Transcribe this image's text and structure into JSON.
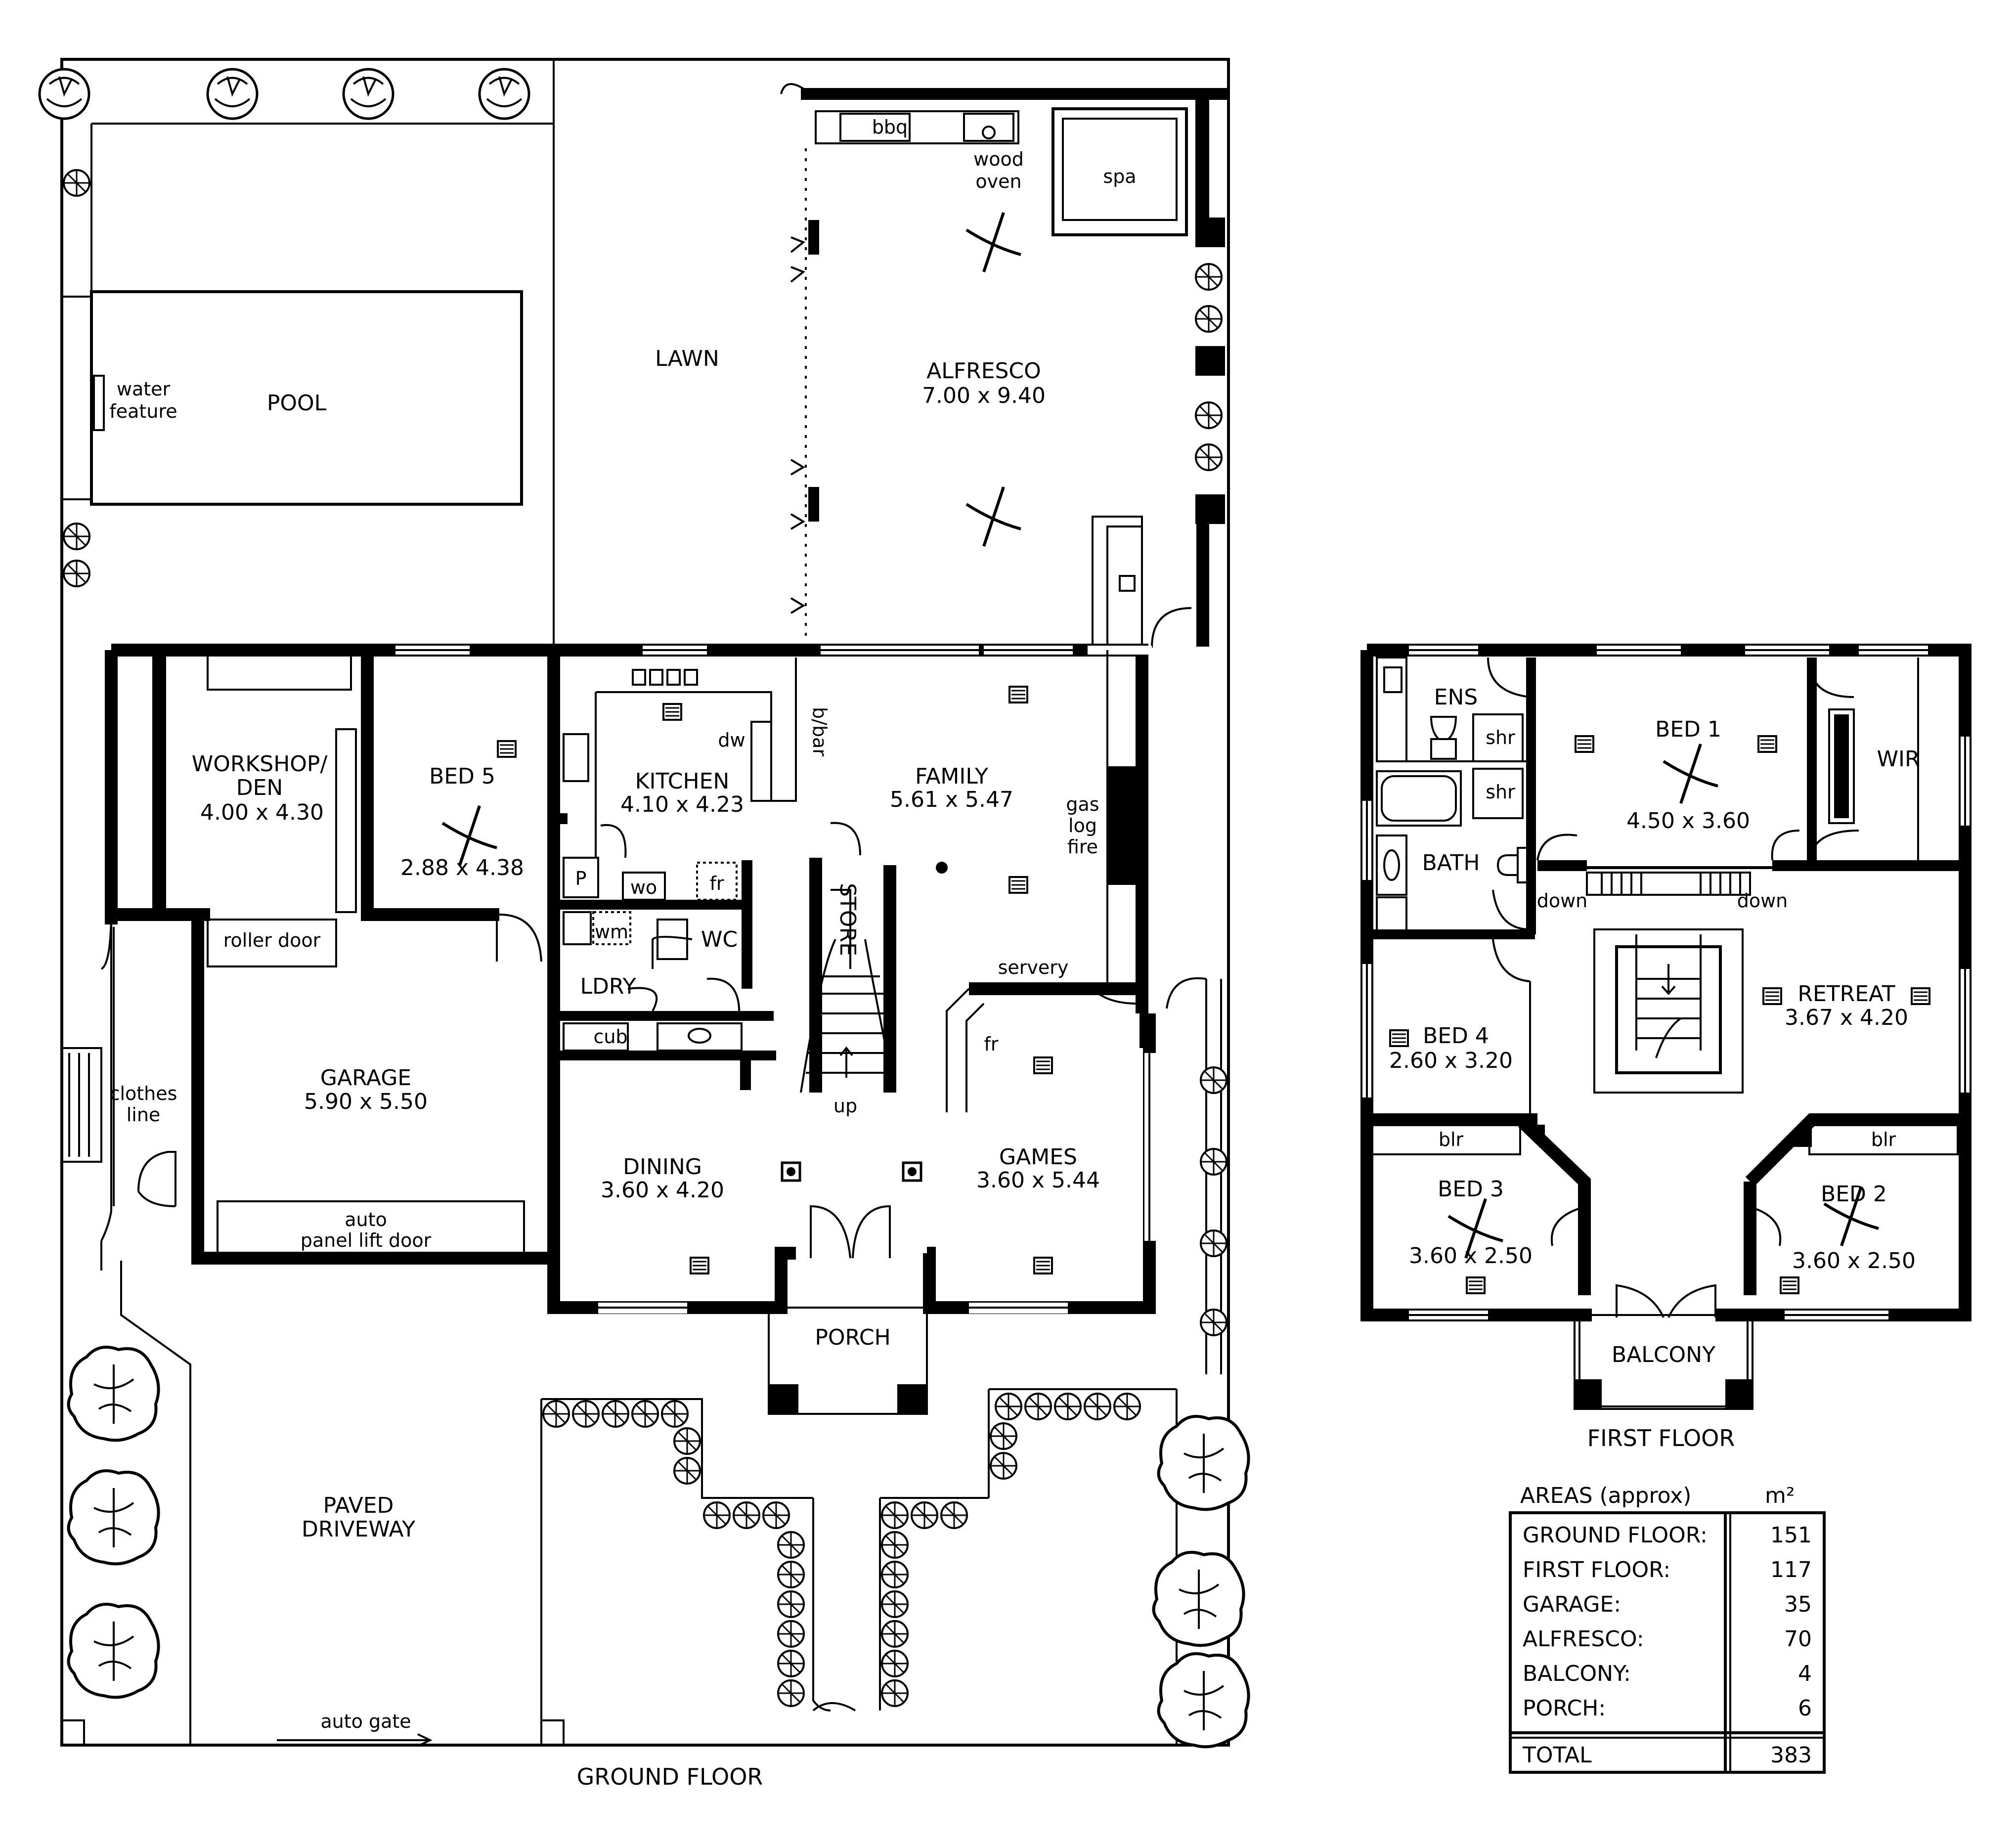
{
  "ground_floor": {
    "title": "GROUND FLOOR",
    "rooms": {
      "lawn": "LAWN",
      "pool": "POOL",
      "water_feature_1": "water",
      "water_feature_2": "feature",
      "alfresco": "ALFRESCO",
      "alfresco_dim": "7.00 x 9.40",
      "bbq": "bbq",
      "wood_oven_1": "wood",
      "wood_oven_2": "oven",
      "spa": "spa",
      "workshop_1": "WORKSHOP/",
      "workshop_2": "DEN",
      "workshop_dim": "4.00 x 4.30",
      "bed5": "BED 5",
      "bed5_dim": "2.88 x 4.38",
      "kitchen": "KITCHEN",
      "kitchen_dim": "4.10 x 4.23",
      "dw": "dw",
      "bbar": "b/bar",
      "family": "FAMILY",
      "family_dim": "5.61 x 5.47",
      "gas_1": "gas",
      "gas_2": "log",
      "gas_3": "fire",
      "pantry": "P",
      "wo": "wo",
      "fr": "fr",
      "wm": "wm",
      "wc": "WC",
      "ldry": "LDRY",
      "cub": "cub",
      "store": "STORE",
      "up": "up",
      "servery": "servery",
      "fr2": "fr",
      "roller_door": "roller door",
      "garage": "GARAGE",
      "garage_dim": "5.90 x 5.50",
      "auto_door_1": "auto",
      "auto_door_2": "panel lift door",
      "clothes_1": "clothes",
      "clothes_2": "line",
      "dining": "DINING",
      "dining_dim": "3.60 x 4.20",
      "games": "GAMES",
      "games_dim": "3.60 x 5.44",
      "porch": "PORCH",
      "driveway_1": "PAVED",
      "driveway_2": "DRIVEWAY",
      "auto_gate": "auto gate"
    }
  },
  "first_floor": {
    "title": "FIRST FLOOR",
    "rooms": {
      "ens": "ENS",
      "shr1": "shr",
      "shr2": "shr",
      "bath": "BATH",
      "bed1": "BED 1",
      "bed1_dim": "4.50 x 3.60",
      "wir": "WIR",
      "down1": "down",
      "down2": "down",
      "retreat": "RETREAT",
      "retreat_dim": "3.67 x 4.20",
      "bed4": "BED 4",
      "bed4_dim": "2.60 x 3.20",
      "blr1": "blr",
      "blr2": "blr",
      "bed3": "BED 3",
      "bed3_dim": "3.60 x 2.50",
      "bed2": "BED 2",
      "bed2_dim": "3.60 x 2.50",
      "balcony": "BALCONY"
    }
  },
  "areas": {
    "header": "AREAS (approx)",
    "unit": "m²",
    "rows": [
      {
        "label": "GROUND FLOOR:",
        "value": "151"
      },
      {
        "label": "FIRST FLOOR:",
        "value": "117"
      },
      {
        "label": "GARAGE:",
        "value": "35"
      },
      {
        "label": "ALFRESCO:",
        "value": "70"
      },
      {
        "label": "BALCONY:",
        "value": "4"
      },
      {
        "label": "PORCH:",
        "value": "6"
      }
    ],
    "total_label": "TOTAL",
    "total_value": "383"
  }
}
